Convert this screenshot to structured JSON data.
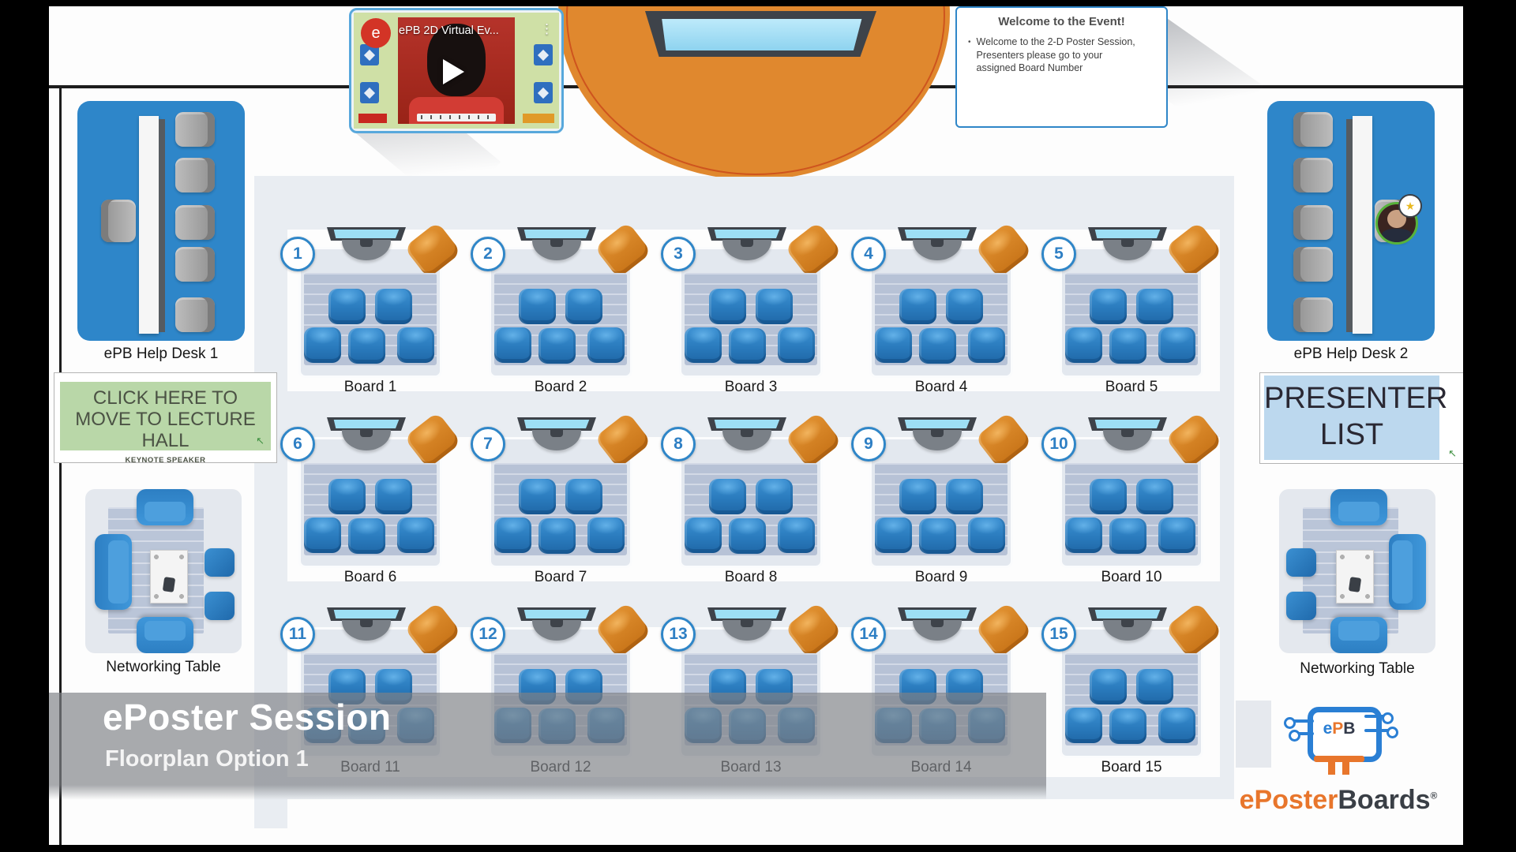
{
  "video_player": {
    "title": "ePB 2D Virtual Ev...",
    "channel_avatar_letter": "e"
  },
  "welcome_note": {
    "title": "Welcome to the Event!",
    "bullet": "Welcome to the 2-D Poster Session, Presenters please go to your assigned Board Number"
  },
  "left_panel": {
    "help_desk_label": "ePB Help Desk 1",
    "lecture_button": {
      "line1": "CLICK HERE TO",
      "line2": "MOVE TO LECTURE HALL",
      "subline": "KEYNOTE SPEAKER"
    },
    "networking_label": "Networking Table"
  },
  "right_panel": {
    "help_desk_label": "ePB Help Desk 2",
    "presenter_list": {
      "line1": "PRESENTER",
      "line2": "LIST"
    },
    "networking_label": "Networking Table"
  },
  "boards": {
    "items": [
      {
        "number": "1",
        "label": "Board 1"
      },
      {
        "number": "2",
        "label": "Board 2"
      },
      {
        "number": "3",
        "label": "Board 3"
      },
      {
        "number": "4",
        "label": "Board 4"
      },
      {
        "number": "5",
        "label": "Board 5"
      },
      {
        "number": "6",
        "label": "Board 6"
      },
      {
        "number": "7",
        "label": "Board 7"
      },
      {
        "number": "8",
        "label": "Board 8"
      },
      {
        "number": "9",
        "label": "Board 9"
      },
      {
        "number": "10",
        "label": "Board 10"
      },
      {
        "number": "11",
        "label": "Board 11"
      },
      {
        "number": "12",
        "label": "Board 12"
      },
      {
        "number": "13",
        "label": "Board 13"
      },
      {
        "number": "14",
        "label": "Board 14"
      },
      {
        "number": "15",
        "label": "Board 15"
      }
    ]
  },
  "overlay": {
    "title": "ePoster Session",
    "subtitle": "Floorplan Option 1"
  },
  "logo": {
    "icon_e": "e",
    "icon_p": "P",
    "icon_b": "B",
    "brand_orange": "ePoster",
    "brand_dark": "Boards",
    "registered": "®"
  },
  "icons": {
    "menu": "⋮",
    "star": "★",
    "corner": "↖",
    "bullet": "•"
  },
  "colors": {
    "desk_blue": "#2e86c9",
    "stage_orange": "#e0882e",
    "chair_blue": "#2d7fc3",
    "accent_blue": "#2f86c8",
    "button_green": "#b9d7a8",
    "presenter_blue": "#bcd8ee",
    "logo_orange": "#e8762c",
    "logo_blue": "#2a7fd4"
  }
}
